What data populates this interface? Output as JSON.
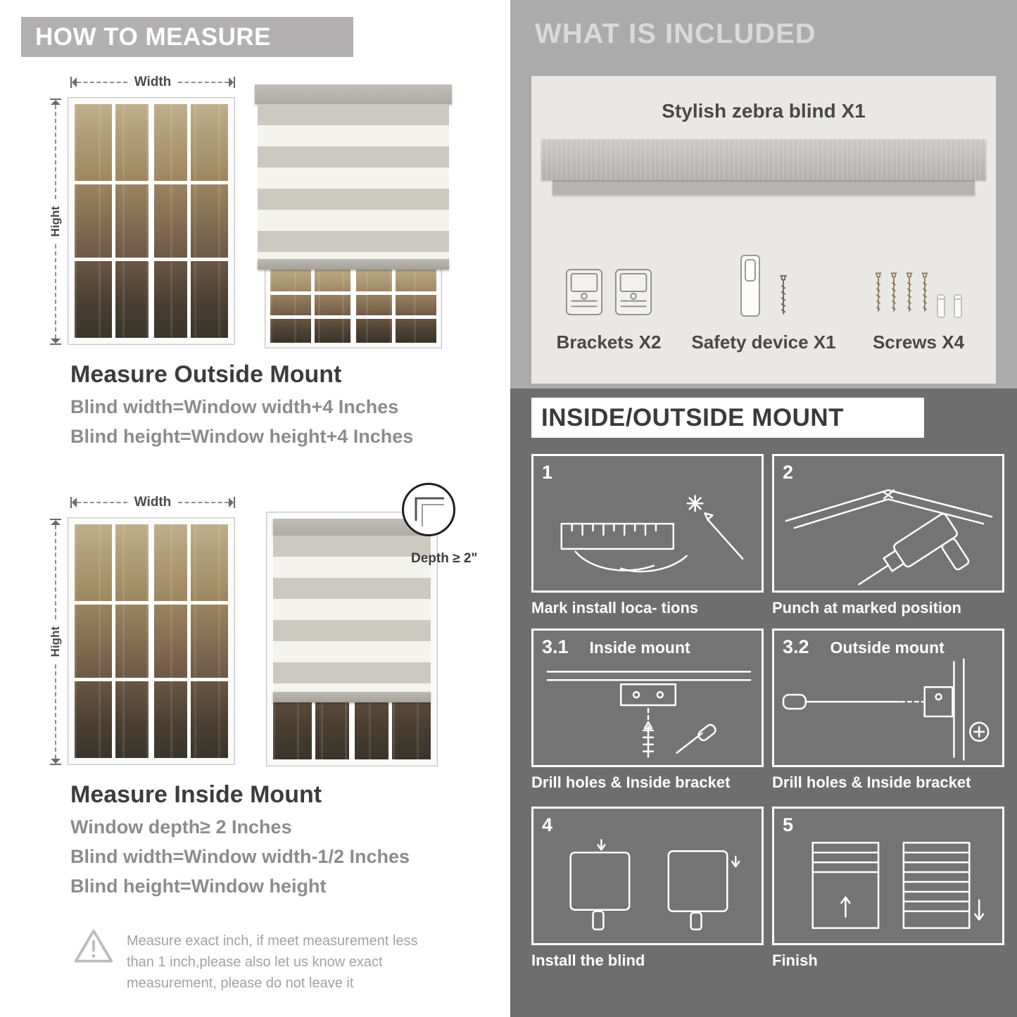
{
  "colors": {
    "banner_gray": "#b2b0b0",
    "included_bg": "#ababab",
    "panel_bg": "#e9e8e5",
    "dark_bg": "#6f6e6e",
    "text_dark": "#3d3c3c",
    "text_gray": "#8d8c8c"
  },
  "left": {
    "header": "HOW TO MEASURE",
    "labels": {
      "width": "Width",
      "height": "Hight",
      "depth": "Depth ≥ 2\""
    },
    "measure_outside": {
      "title": "Measure Outside Mount",
      "lines": [
        "Blind width=Window width+4 Inches",
        "Blind height=Window height+4 Inches"
      ]
    },
    "measure_inside": {
      "title": "Measure Inside Mount",
      "lines": [
        "Window depth≥ 2 Inches",
        "Blind width=Window width-1/2 Inches",
        "Blind height=Window height"
      ]
    },
    "note": "Measure exact inch, if meet measurement less than 1 inch,please also let us know exact measurement, please do not leave it"
  },
  "right": {
    "included": {
      "header": "WHAT IS INCLUDED",
      "blind_label": "Stylish zebra blind X1",
      "items": [
        {
          "label": "Brackets X2"
        },
        {
          "label": "Safety device X1"
        },
        {
          "label": "Screws X4"
        }
      ]
    },
    "mount": {
      "header": "INSIDE/OUTSIDE MOUNT",
      "steps": [
        {
          "num": "1",
          "caption": "Mark install loca- tions"
        },
        {
          "num": "2",
          "caption": "Punch at  marked position"
        },
        {
          "num": "3.1",
          "title": "Inside mount",
          "caption": "Drill holes &  Inside bracket"
        },
        {
          "num": "3.2",
          "title": "Outside mount",
          "caption": "Drill holes &  Inside bracket"
        },
        {
          "num": "4",
          "caption": "Install the blind"
        },
        {
          "num": "5",
          "caption": "Finish"
        }
      ]
    }
  }
}
